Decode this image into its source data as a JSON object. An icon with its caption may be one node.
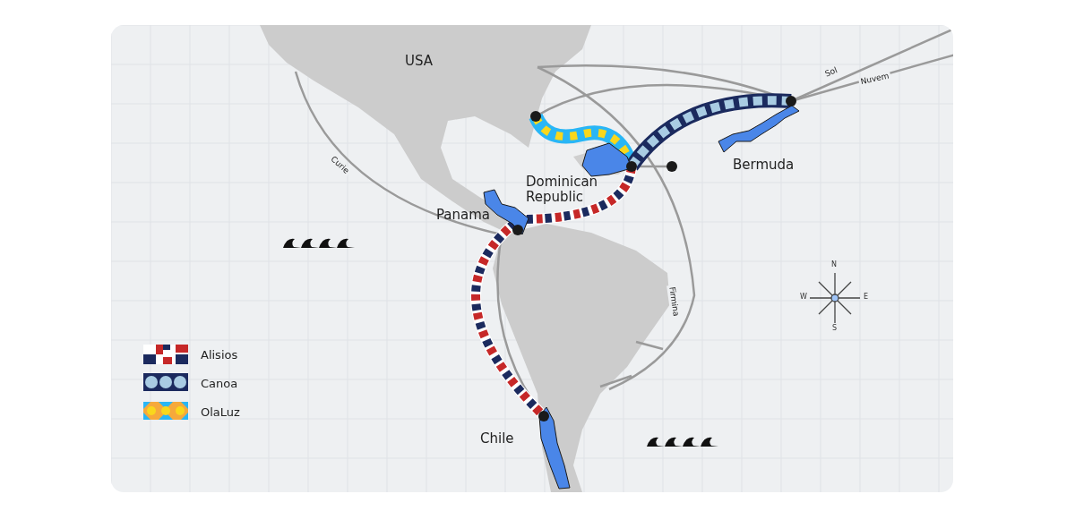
{
  "diagram": {
    "labels": [
      "USA",
      "Curie",
      "Sol",
      "Nuvem",
      "Dominican Republic",
      "Panama",
      "Bermuda",
      "Firmina",
      "N",
      "W",
      "E",
      "S",
      "Chile"
    ],
    "legend": [
      {
        "text": "Alisios"
      },
      {
        "text": "Canoa"
      },
      {
        "text": "OlaLuz"
      }
    ]
  }
}
